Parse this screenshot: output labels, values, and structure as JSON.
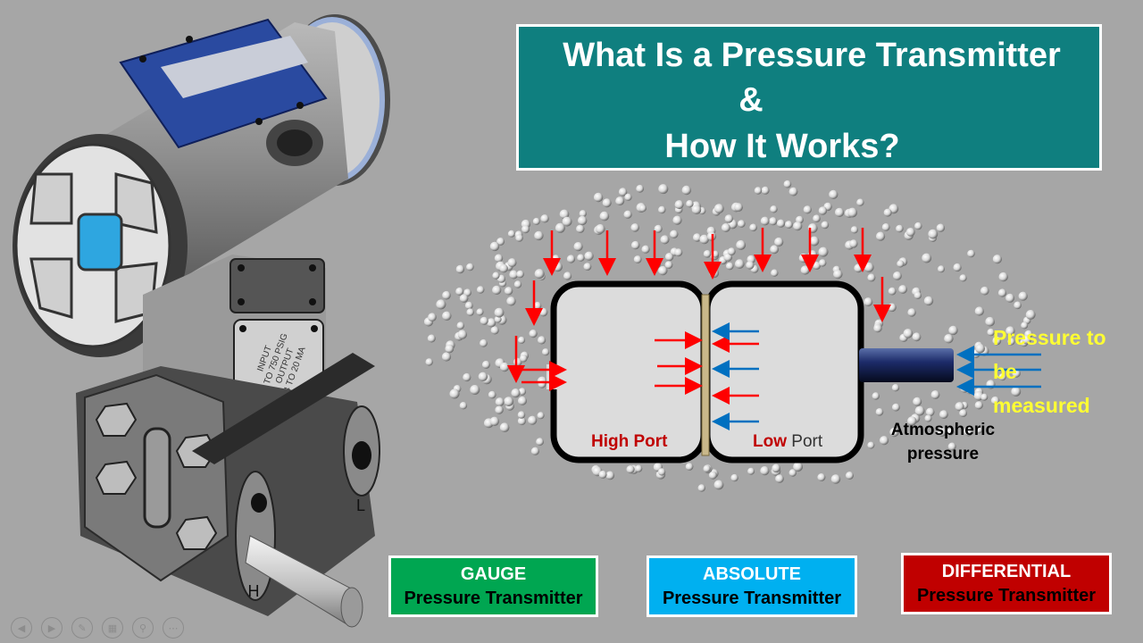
{
  "title": {
    "line1": "What Is a Pressure Transmitter",
    "line2": "&",
    "line3": "How It Works?"
  },
  "device": {
    "nameplate": [
      "INPUT",
      "0 TO 750 PSIG",
      "OUTPUT",
      "4 TO 20 MA"
    ],
    "port_h": "H",
    "port_l": "L"
  },
  "diagram": {
    "high_port": "High Port",
    "low_port_bold": "Low",
    "low_port_rest": " Port",
    "atmospheric": [
      "Atmospheric",
      "pressure"
    ],
    "pressure_measured": [
      "Pressure to",
      "be",
      "measured"
    ]
  },
  "types": [
    {
      "line1": "GAUGE",
      "line2": "Pressure Transmitter",
      "color": "#00a651"
    },
    {
      "line1": "ABSOLUTE",
      "line2": "Pressure Transmitter",
      "color": "#00b0f0"
    },
    {
      "line1": "DIFFERENTIAL",
      "line2": "Pressure Transmitter",
      "color": "#c00000"
    }
  ],
  "colors": {
    "teal": "#0f7f7f",
    "red_arrow": "#ff0000",
    "blue_arrow": "#0070c0",
    "yellow_text": "#ffff33",
    "high_port_text": "#c00000",
    "low_port_text": "#c00000"
  },
  "nav_icons": [
    "prev-icon",
    "next-icon",
    "pen-icon",
    "slides-icon",
    "zoom-icon",
    "more-icon"
  ]
}
